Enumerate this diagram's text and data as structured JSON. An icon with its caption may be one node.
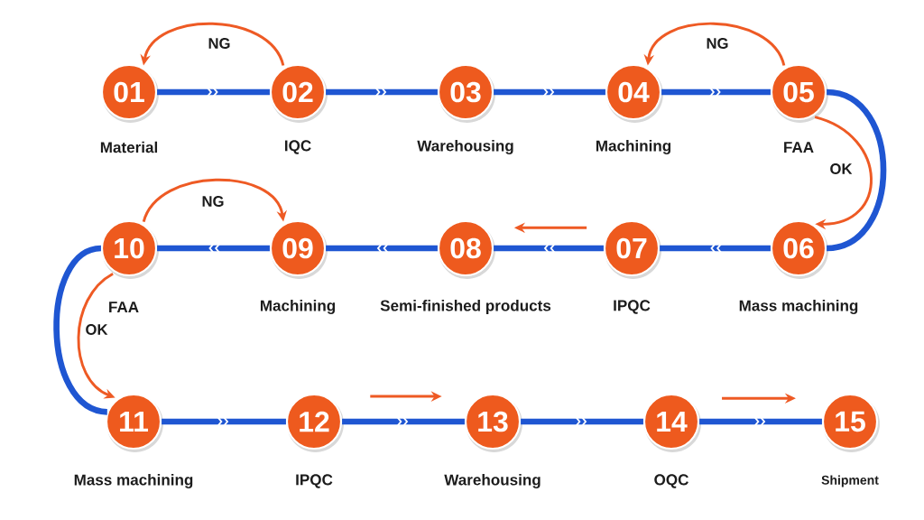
{
  "diagram": {
    "nodes": [
      {
        "text": [
          "01"
        ],
        "beside": [
          "Material"
        ]
      },
      {
        "text": [
          "02"
        ],
        "beside": [
          "IQC"
        ]
      },
      {
        "text": [
          "03"
        ],
        "beside": [
          "Warehousing"
        ]
      },
      {
        "text": [
          "04"
        ],
        "beside": [
          "Machining"
        ]
      },
      {
        "text": [
          "05"
        ],
        "beside": [
          "FAA"
        ]
      },
      {
        "text": [
          "06"
        ],
        "beside": [
          "Mass machining"
        ]
      },
      {
        "text": [
          "07"
        ],
        "beside": [
          "IPQC"
        ]
      },
      {
        "text": [
          "08"
        ],
        "beside": [
          "Semi-finished products"
        ]
      },
      {
        "text": [
          "09"
        ],
        "beside": [
          "Machining"
        ]
      },
      {
        "text": [
          "10"
        ],
        "beside": [
          "FAA"
        ]
      },
      {
        "text": [
          "11"
        ],
        "beside": [
          "Mass machining"
        ]
      },
      {
        "text": [
          "12"
        ],
        "beside": [
          "IPQC"
        ]
      },
      {
        "text": [
          "13"
        ],
        "beside": [
          "Warehousing"
        ]
      },
      {
        "text": [
          "14"
        ],
        "beside": [
          "OQC"
        ]
      },
      {
        "text": [
          "15"
        ],
        "beside": [
          "Shipment"
        ]
      }
    ],
    "edges": [
      {
        "from": 0,
        "to": 1,
        "arrow": "to"
      },
      {
        "from": 1,
        "to": 2,
        "arrow": "to"
      },
      {
        "from": 2,
        "to": 3,
        "arrow": "to"
      },
      {
        "from": 3,
        "to": 4,
        "arrow": "to"
      },
      {
        "from": 4,
        "to": 5,
        "arrow": "none"
      },
      {
        "from": 5,
        "to": 6,
        "arrow": "to"
      },
      {
        "from": 6,
        "to": 7,
        "arrow": "to"
      },
      {
        "from": 7,
        "to": 8,
        "arrow": "to"
      },
      {
        "from": 8,
        "to": 9,
        "arrow": "to"
      },
      {
        "from": 9,
        "to": 10,
        "arrow": "none"
      },
      {
        "from": 10,
        "to": 11,
        "arrow": "to"
      },
      {
        "from": 11,
        "to": 12,
        "arrow": "to"
      },
      {
        "from": 12,
        "to": 13,
        "arrow": "to"
      },
      {
        "from": 13,
        "to": 14,
        "arrow": "to"
      },
      {
        "from": 1,
        "to": 0,
        "arrow": "to",
        "label": "NG",
        "color": "#ee5a24"
      },
      {
        "from": 4,
        "to": 3,
        "arrow": "to",
        "label": "NG",
        "color": "#ee5a24"
      },
      {
        "from": 4,
        "to": 5,
        "arrow": "to",
        "label": "OK",
        "color": "#ee5a24"
      },
      {
        "from": 9,
        "to": 8,
        "arrow": "to",
        "label": "NG",
        "color": "#ee5a24"
      },
      {
        "from": 9,
        "to": 10,
        "arrow": "to",
        "label": "OK",
        "color": "#ee5a24"
      },
      {
        "from": 6,
        "to": 7,
        "arrow": "to",
        "color": "#ee5a24"
      },
      {
        "from": 11,
        "to": 12,
        "arrow": "to",
        "color": "#ee5a24"
      },
      {
        "from": 13,
        "to": 14,
        "arrow": "to",
        "color": "#ee5a24"
      }
    ]
  }
}
